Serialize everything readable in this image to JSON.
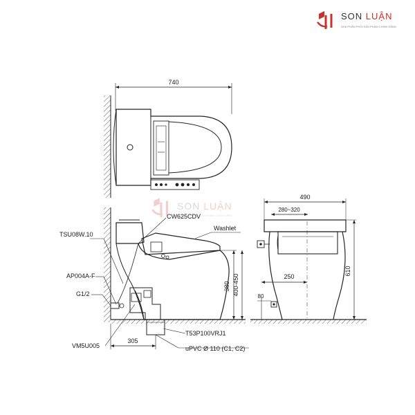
{
  "brand": {
    "name_part1": "SON",
    "name_part2": "LUẬN",
    "tagline": "NHÀ PHÂN PHỐI SẢN PHẨM CHÍNH HÃNG",
    "watermark_tagline": "NHÀ PHÂN PHỐI SẢN PHẨM CHÍNH HÃNG",
    "accent_color": "#c9312b"
  },
  "top_view": {
    "width_dim": "740"
  },
  "side_view": {
    "seat_model": "CW625CDV",
    "washlet_label": "Washlet",
    "hose_model": "TSU08W.10",
    "valve_model": "AP004A-F",
    "thread_size": "G1/2",
    "flange_model": "VM5U005",
    "dim_400_450": "400-450",
    "dim_380": "380",
    "dim_305": "305",
    "pipe_model": "T53P100VRJ1",
    "pipe_spec": "uPVC Ø 110 (C1, C2)"
  },
  "front_view": {
    "width_dim": "490",
    "range_dim": "280~320",
    "height_dim": "610",
    "dim_250": "250",
    "dim_80": "80"
  }
}
